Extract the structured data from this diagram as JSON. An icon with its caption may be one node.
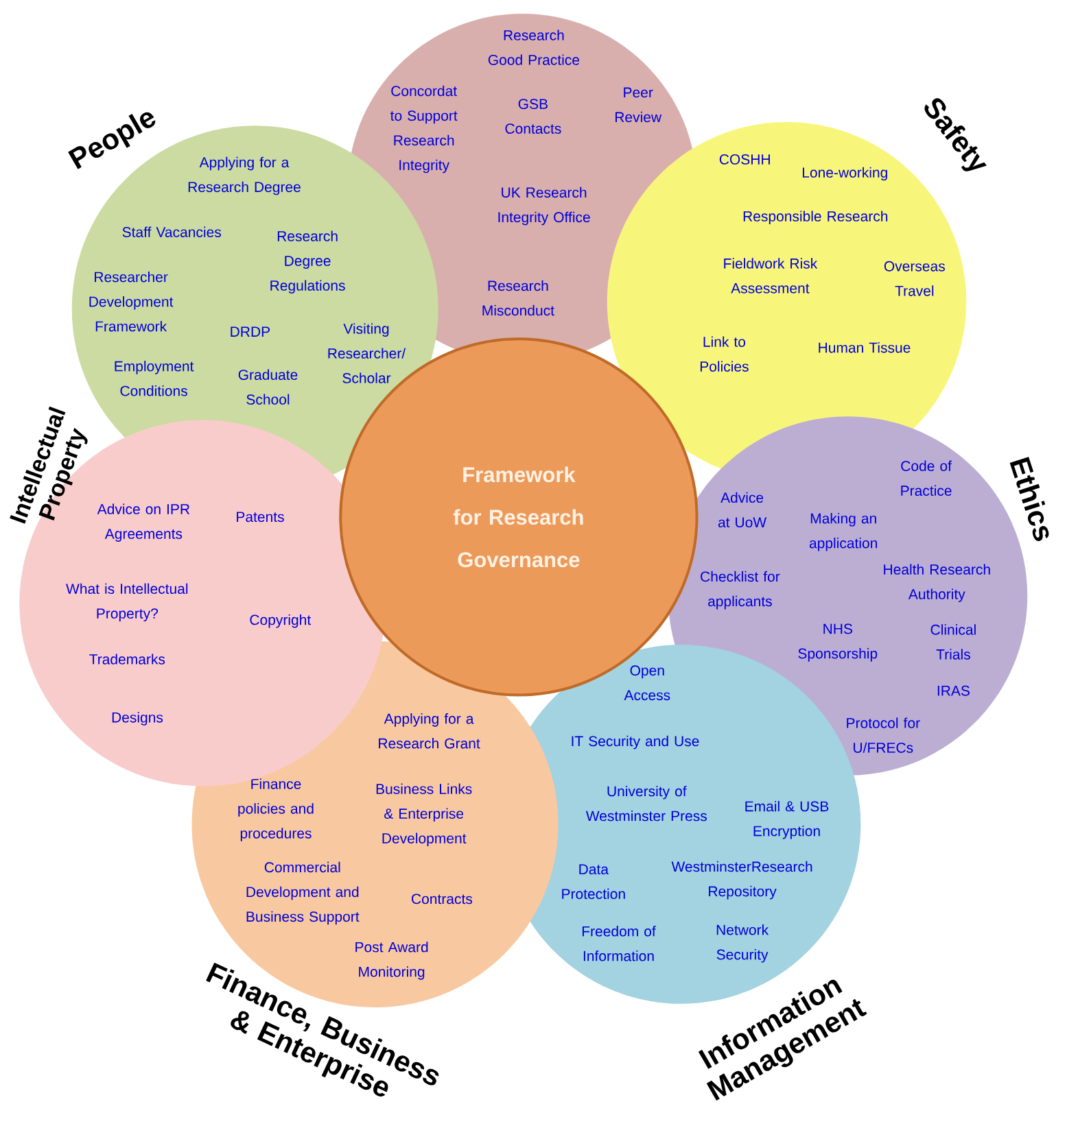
{
  "diagram": {
    "nodes": [
      {
        "text": [
          "Framework for Research Governance"
        ]
      },
      {
        "text": [
          "Research Good Practice",
          "Concordat to Support Research Integrity",
          "GSB Contacts",
          "Peer Review",
          "UK Research Integrity Office",
          "Research Misconduct"
        ]
      },
      {
        "text": [
          "People",
          "Applying for a Research Degree",
          "Staff Vacancies",
          "Research Degree Regulations",
          "Researcher Development Framework",
          "DRDP",
          "Visiting Researcher/ Scholar",
          "Employment Conditions",
          "Graduate School"
        ]
      },
      {
        "text": [
          "Safety",
          "COSHH",
          "Lone-working",
          "Responsible Research",
          "Fieldwork Risk Assessment",
          "Overseas Travel",
          "Link to Policies",
          "Human Tissue"
        ]
      },
      {
        "text": [
          "Ethics",
          "Advice at UoW",
          "Code of Practice",
          "Making an application",
          "Checklist for applicants",
          "Health Research Authority",
          "NHS Sponsorship",
          "Clinical Trials",
          "IRAS",
          "Protocol for U/FRECs"
        ]
      },
      {
        "text": [
          "Information Management",
          "Open Access",
          "IT Security and Use",
          "University of Westminster Press",
          "Email & USB Encryption",
          "Data Protection",
          "WestminsterResearch Repository",
          "Freedom of Information",
          "Network Security"
        ]
      },
      {
        "text": [
          "Finance, Business & Enterprise",
          "Applying for a Research Grant",
          "Finance policies and procedures",
          "Business Links & Enterprise Development",
          "Commercial Development and Business Support",
          "Contracts",
          "Post Award Monitoring"
        ]
      },
      {
        "text": [
          "Intellectual Property",
          "Advice on IPR Agreements",
          "Patents",
          "What is Intellectual Property?",
          "Copyright",
          "Trademarks",
          "Designs"
        ]
      }
    ]
  }
}
